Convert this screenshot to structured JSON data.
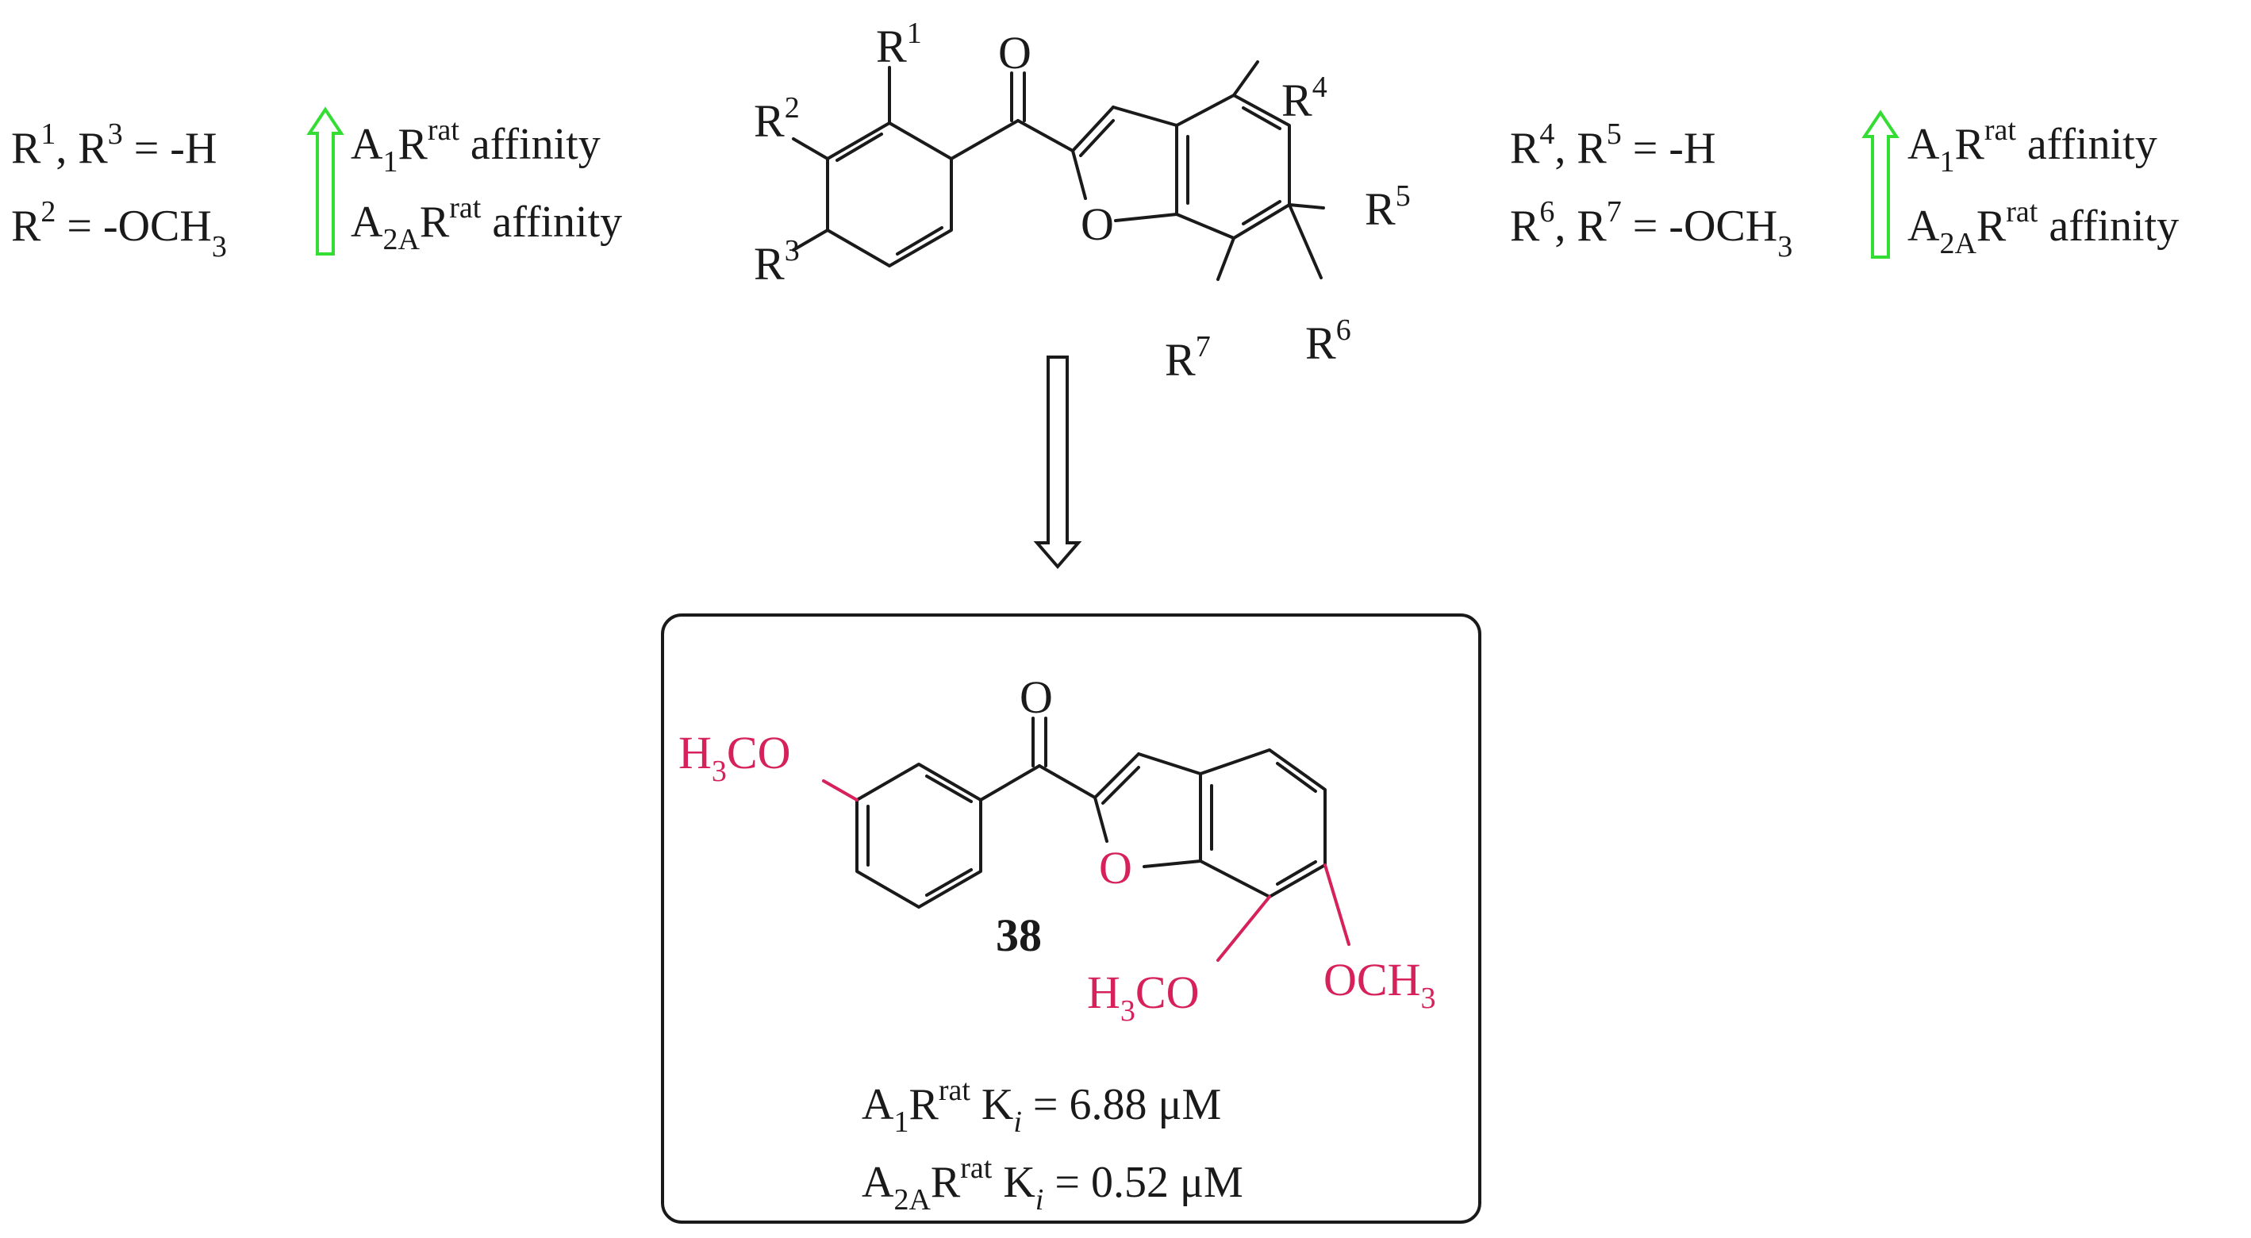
{
  "left_rules": {
    "line1_r1": "R",
    "line1_r1_sup": "1",
    "line1_sep": ", ",
    "line1_r3": "R",
    "line1_r3_sup": "3",
    "line1_value": " = -H",
    "line2_r2": "R",
    "line2_r2_sup": "2",
    "line2_value": " = -OCH",
    "line2_sub": "3",
    "effect1_a": "A",
    "effect1_sub": "1",
    "effect1_r": "R",
    "effect1_sup": "rat",
    "effect1_word": " affinity",
    "effect2_a": "A",
    "effect2_sub": "2A",
    "effect2_r": "R",
    "effect2_sup": "rat",
    "effect2_word": " affinity"
  },
  "right_rules": {
    "line1_r4": "R",
    "line1_r4_sup": "4",
    "line1_sep": ", ",
    "line1_r5": "R",
    "line1_r5_sup": "5",
    "line1_value": " = -H",
    "line2_r6": "R",
    "line2_r6_sup": "6",
    "line2_sep": ", ",
    "line2_r7": "R",
    "line2_r7_sup": "7",
    "line2_value": " = -OCH",
    "line2_sub": "3",
    "effect1_a": "A",
    "effect1_sub": "1",
    "effect1_r": "R",
    "effect1_sup": "rat",
    "effect1_word": " affinity",
    "effect2_a": "A",
    "effect2_sub": "2A",
    "effect2_r": "R",
    "effect2_sup": "rat",
    "effect2_word": " affinity"
  },
  "scaffold": {
    "carbonyl_o": "O",
    "furan_o": "O",
    "r1": "R",
    "r1_sup": "1",
    "r2": "R",
    "r2_sup": "2",
    "r3": "R",
    "r3_sup": "3",
    "r4": "R",
    "r4_sup": "4",
    "r5": "R",
    "r5_sup": "5",
    "r6": "R",
    "r6_sup": "6",
    "r7": "R",
    "r7_sup": "7"
  },
  "compound": {
    "number": "38",
    "carbonyl_o": "O",
    "furan_o": "O",
    "sub_left_h": "H",
    "sub_left_sub": "3",
    "sub_left_rest": "CO",
    "sub_bottom_h": "H",
    "sub_bottom_sub": "3",
    "sub_bottom_rest": "CO",
    "sub_right_main": "OCH",
    "sub_right_sub": "3",
    "ki1_a": "A",
    "ki1_sub": "1",
    "ki1_r": "R",
    "ki1_sup": "rat",
    "ki1_k": " K",
    "ki1_i": "i",
    "ki1_value": " = 6.88 μM",
    "ki2_a": "A",
    "ki2_sub": "2A",
    "ki2_r": "R",
    "ki2_sup": "rat",
    "ki2_k": " K",
    "ki2_i": "i",
    "ki2_value": " = 0.52 μM"
  },
  "colors": {
    "highlight": "#d6215b",
    "arrow_up": "#33dd33",
    "ink": "#1a1a1a"
  }
}
